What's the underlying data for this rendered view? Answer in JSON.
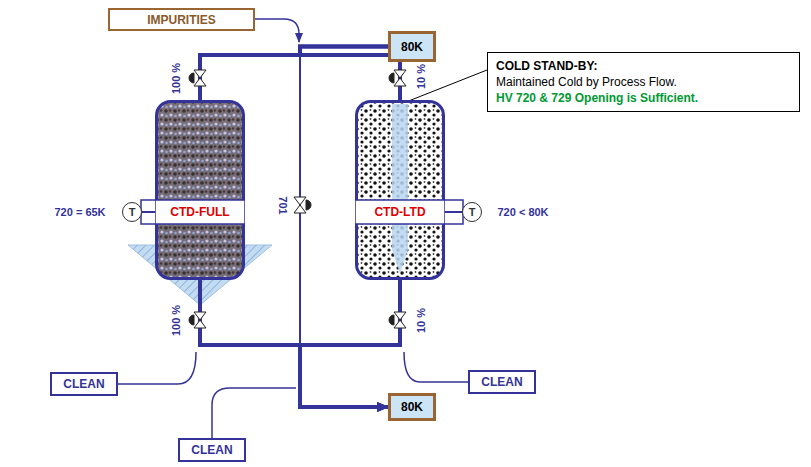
{
  "diagram": {
    "nodes": [
      {
        "text": [
          "IMPURITIES"
        ]
      },
      {
        "text": [
          "80K"
        ]
      },
      {
        "text": [
          "COLD STAND-BY:",
          "Maintained Cold by Process Flow.",
          "HV 720 & 729 Opening is Sufficient."
        ]
      },
      {
        "text": [
          "CTD-FULL"
        ]
      },
      {
        "text": [
          "T"
        ]
      },
      {
        "text": [
          "CTD-LTD"
        ]
      },
      {
        "text": [
          "T"
        ]
      },
      {
        "text": [
          "CLEAN"
        ]
      },
      {
        "text": [
          "CLEAN"
        ]
      },
      {
        "text": [
          "80K"
        ]
      },
      {
        "text": [
          "CLEAN"
        ]
      }
    ],
    "edges": [
      {
        "from": 1,
        "to": 3,
        "arrow": "none"
      },
      {
        "from": 1,
        "to": 5,
        "arrow": "none"
      },
      {
        "from": 3,
        "to": 9,
        "arrow": "to"
      },
      {
        "from": 5,
        "to": 9,
        "arrow": "to"
      },
      {
        "from": 1,
        "to": 9,
        "arrow": "to"
      },
      {
        "from": 2,
        "to": 5,
        "arrow": "none"
      },
      {
        "from": 4,
        "to": 3,
        "arrow": "none"
      },
      {
        "from": 6,
        "to": 5,
        "arrow": "none"
      }
    ],
    "labels": [
      "100 %",
      "100 %",
      "10 %",
      "10 %",
      "701",
      "720 = 65K",
      "720 < 80K"
    ]
  }
}
